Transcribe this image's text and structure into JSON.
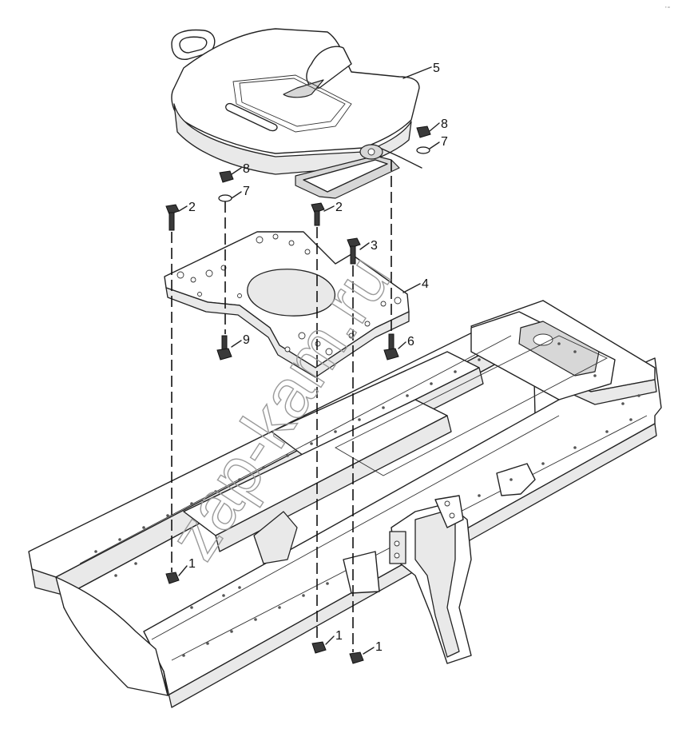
{
  "diagram": {
    "watermark": "zap-kam.ru",
    "corner_mark": "·-",
    "callouts": [
      {
        "id": "5",
        "label": "5"
      },
      {
        "id": "8a",
        "label": "8"
      },
      {
        "id": "7a",
        "label": "7"
      },
      {
        "id": "8b",
        "label": "8"
      },
      {
        "id": "7b",
        "label": "7"
      },
      {
        "id": "2a",
        "label": "2"
      },
      {
        "id": "2b",
        "label": "2"
      },
      {
        "id": "3",
        "label": "3"
      },
      {
        "id": "4",
        "label": "4"
      },
      {
        "id": "9",
        "label": "9"
      },
      {
        "id": "6",
        "label": "6"
      },
      {
        "id": "1a",
        "label": "1"
      },
      {
        "id": "1b",
        "label": "1"
      },
      {
        "id": "1c",
        "label": "1"
      }
    ]
  }
}
